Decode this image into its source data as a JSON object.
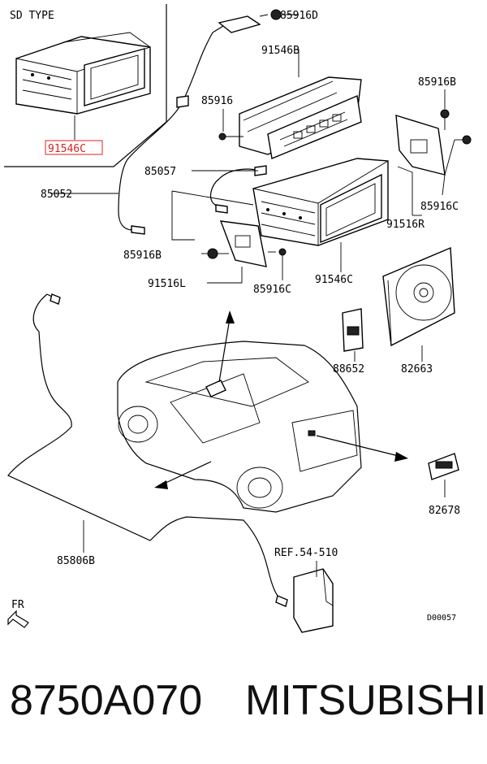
{
  "diagram": {
    "sd_type_label": "SD TYPE",
    "highlighted_part": "91546C",
    "labels": {
      "p85916D": "85916D",
      "p91546B": "91546B",
      "p85916B_tr": "85916B",
      "p85916": "85916",
      "p85057": "85057",
      "p85052": "85052",
      "p85916C_tr": "85916C",
      "p91516R": "91516R",
      "p85916B_l": "85916B",
      "p91516L": "91516L",
      "p85916C_b": "85916C",
      "p91546C": "91546C",
      "p88652": "88652",
      "p82663": "82663",
      "p82678": "82678",
      "p85806B": "85806B",
      "ref": "REF.54-510",
      "fr": "FR",
      "code": "D00057"
    }
  },
  "footer": {
    "part_number": "8750A070",
    "brand": "MITSUBISHI"
  }
}
